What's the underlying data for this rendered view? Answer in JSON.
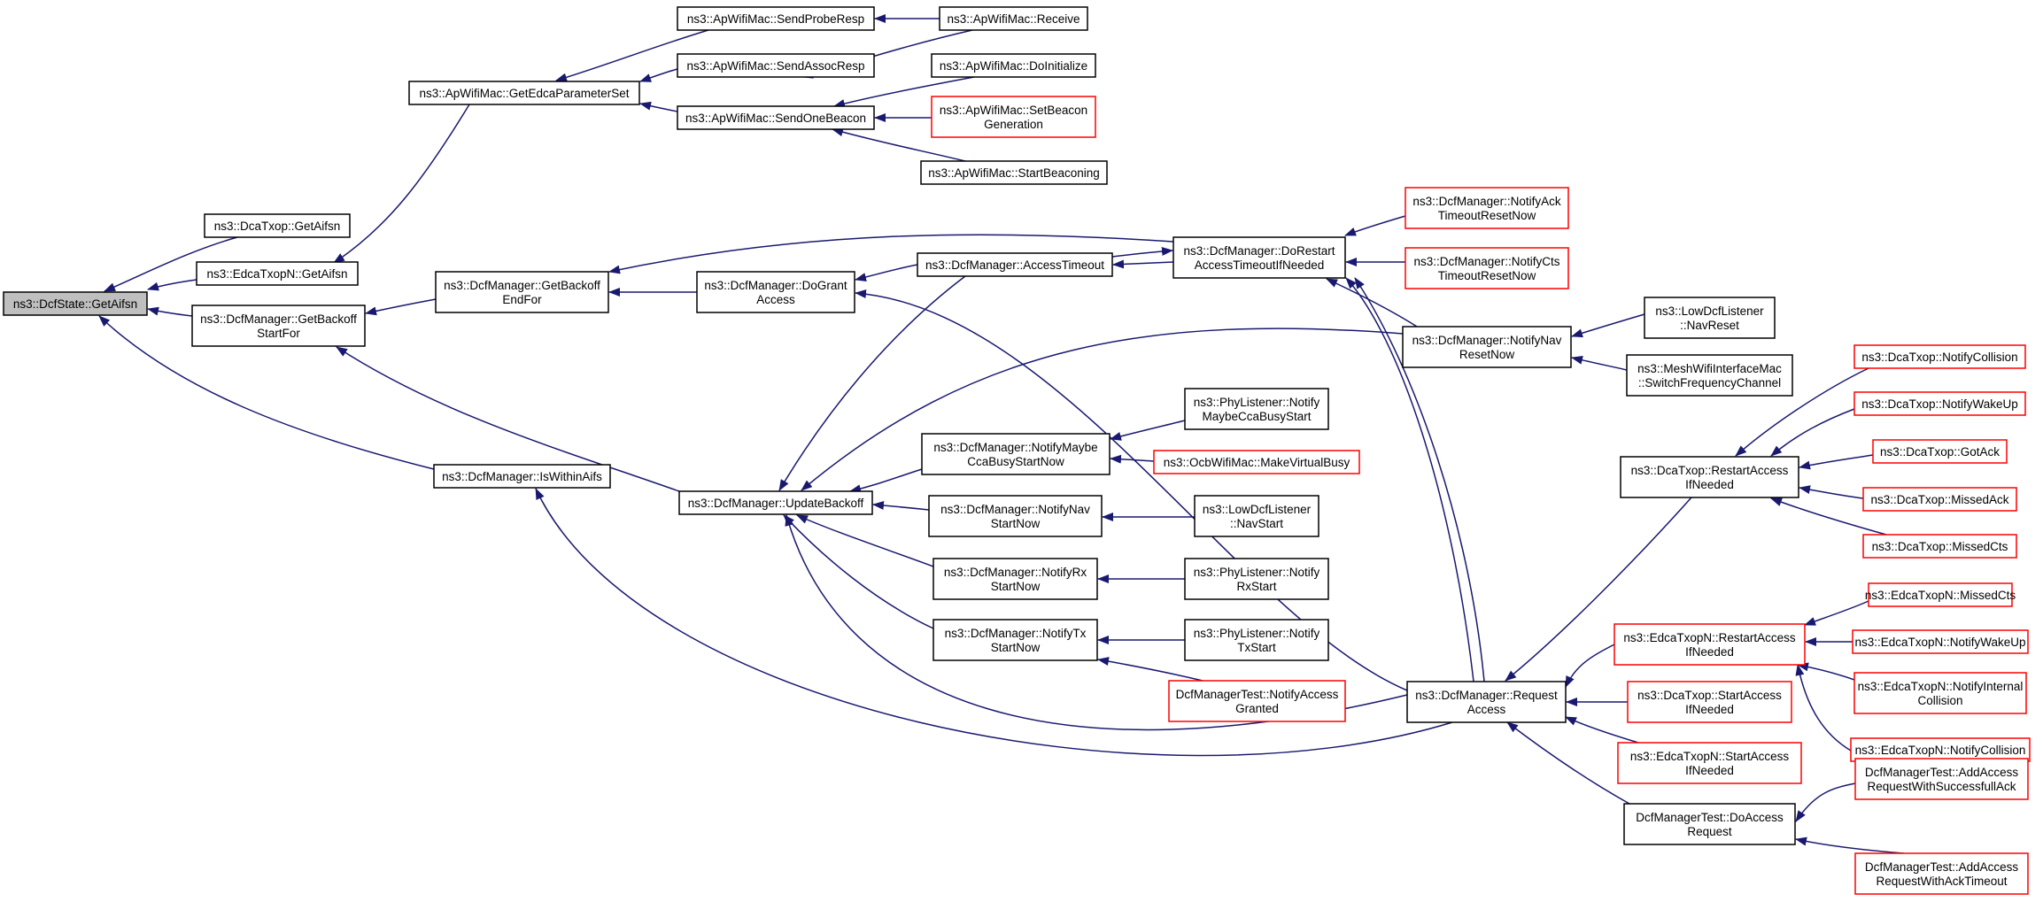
{
  "colors": {
    "edge": "#191970",
    "node_border": "#000000",
    "node_border_highlight": "#ff0000",
    "root_fill": "#bfbfbf"
  },
  "nodes": {
    "dcfstate_getaifsn": [
      "ns3::DcfState::GetAifsn"
    ],
    "dcatxop_getaifsn": [
      "ns3::DcaTxop::GetAifsn"
    ],
    "edcatxopn_getaifsn": [
      "ns3::EdcaTxopN::GetAifsn"
    ],
    "dcfmgr_getbackoffstartfor": [
      "ns3::DcfManager::GetBackoff",
      "StartFor"
    ],
    "dcfmgr_iswithinaifs": [
      "ns3::DcfManager::IsWithinAifs"
    ],
    "apwifimac_getedcaparameterset": [
      "ns3::ApWifiMac::GetEdcaParameterSet"
    ],
    "dcfmgr_getbackoffendfor": [
      "ns3::DcfManager::GetBackoff",
      "EndFor"
    ],
    "apwifimac_sendproberesp": [
      "ns3::ApWifiMac::SendProbeResp"
    ],
    "apwifimac_sendassocresp": [
      "ns3::ApWifiMac::SendAssocResp"
    ],
    "apwifimac_sendonebeacon": [
      "ns3::ApWifiMac::SendOneBeacon"
    ],
    "apwifimac_receive": [
      "ns3::ApWifiMac::Receive"
    ],
    "apwifimac_doinitialize": [
      "ns3::ApWifiMac::DoInitialize"
    ],
    "apwifimac_setbeacongeneration": [
      "ns3::ApWifiMac::SetBeacon",
      "Generation"
    ],
    "apwifimac_startbeaconing": [
      "ns3::ApWifiMac::StartBeaconing"
    ],
    "dcfmgr_dograntaccess": [
      "ns3::DcfManager::DoGrant",
      "Access"
    ],
    "dcfmgr_accesstimeout": [
      "ns3::DcfManager::AccessTimeout"
    ],
    "dcfmgr_dorestart": [
      "ns3::DcfManager::DoRestart",
      "AccessTimeoutIfNeeded"
    ],
    "dcfmgr_notifyacktimeoutresetnow": [
      "ns3::DcfManager::NotifyAck",
      "TimeoutResetNow"
    ],
    "dcfmgr_notifyctstimeoutresetnow": [
      "ns3::DcfManager::NotifyCts",
      "TimeoutResetNow"
    ],
    "dcfmgr_notifynavresetnow": [
      "ns3::DcfManager::NotifyNav",
      "ResetNow"
    ],
    "lowdcflistener_navreset": [
      "ns3::LowDcfListener",
      "::NavReset"
    ],
    "meshwifi_switchfrequencychannel": [
      "ns3::MeshWifiInterfaceMac",
      "::SwitchFrequencyChannel"
    ],
    "dcfmgr_updatebackoff": [
      "ns3::DcfManager::UpdateBackoff"
    ],
    "dcfmgr_notifymaybeccabusystartnow": [
      "ns3::DcfManager::NotifyMaybe",
      "CcaBusyStartNow"
    ],
    "phylistener_notifymaybeccabusystart": [
      "ns3::PhyListener::Notify",
      "MaybeCcaBusyStart"
    ],
    "ocbwifimac_makevirtualbusy": [
      "ns3::OcbWifiMac::MakeVirtualBusy"
    ],
    "dcfmgr_notifynavstartnow": [
      "ns3::DcfManager::NotifyNav",
      "StartNow"
    ],
    "lowdcflistener_navstart": [
      "ns3::LowDcfListener",
      "::NavStart"
    ],
    "dcfmgr_notifyrxstartnow": [
      "ns3::DcfManager::NotifyRx",
      "StartNow"
    ],
    "phylistener_notifyrxstart": [
      "ns3::PhyListener::Notify",
      "RxStart"
    ],
    "dcfmgr_notifytxstartnow": [
      "ns3::DcfManager::NotifyTx",
      "StartNow"
    ],
    "phylistener_notifytxstart": [
      "ns3::PhyListener::Notify",
      "TxStart"
    ],
    "dcfmgrtest_notifyaccessgranted": [
      "DcfManagerTest::NotifyAccess",
      "Granted"
    ],
    "dcfmgr_requestaccess": [
      "ns3::DcfManager::Request",
      "Access"
    ],
    "dcatxop_restartaccessifneeded": [
      "ns3::DcaTxop::RestartAccess",
      "IfNeeded"
    ],
    "dcatxop_notifycollision": [
      "ns3::DcaTxop::NotifyCollision"
    ],
    "dcatxop_notifywakeup": [
      "ns3::DcaTxop::NotifyWakeUp"
    ],
    "dcatxop_gotack": [
      "ns3::DcaTxop::GotAck"
    ],
    "dcatxop_missedack": [
      "ns3::DcaTxop::MissedAck"
    ],
    "dcatxop_missedcts": [
      "ns3::DcaTxop::MissedCts"
    ],
    "edcatxopn_restartaccessifneeded": [
      "ns3::EdcaTxopN::RestartAccess",
      "IfNeeded"
    ],
    "edcatxopn_missedcts": [
      "ns3::EdcaTxopN::MissedCts"
    ],
    "edcatxopn_notifywakeup": [
      "ns3::EdcaTxopN::NotifyWakeUp"
    ],
    "edcatxopn_notifyinternalcollision": [
      "ns3::EdcaTxopN::NotifyInternal",
      "Collision"
    ],
    "edcatxopn_notifycollision": [
      "ns3::EdcaTxopN::NotifyCollision"
    ],
    "dcatxop_startaccessifneeded": [
      "ns3::DcaTxop::StartAccess",
      "IfNeeded"
    ],
    "edcatxopn_startaccessifneeded": [
      "ns3::EdcaTxopN::StartAccess",
      "IfNeeded"
    ],
    "dcfmgrtest_doaccessrequest": [
      "DcfManagerTest::DoAccess",
      "Request"
    ],
    "dcfmgrtest_addaccessrequestwithsuccessfullack": [
      "DcfManagerTest::AddAccess",
      "RequestWithSuccessfullAck"
    ],
    "dcfmgrtest_addaccessrequestwithacktimeout": [
      "DcfManagerTest::AddAccess",
      "RequestWithAckTimeout"
    ]
  }
}
